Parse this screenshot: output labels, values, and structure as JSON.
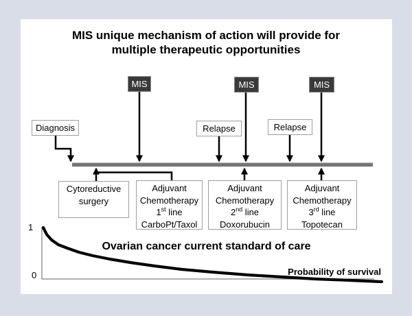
{
  "colors": {
    "outer_background": "#d8dde8",
    "panel_background": "#ffffff",
    "mis_box_fill": "#3a3a3a",
    "mis_box_text": "#ffffff",
    "timeline_bar": "#757575",
    "arrow": "#000000",
    "axis": "#808080",
    "curve": "#000000",
    "box_border": "#9e9e9e"
  },
  "title": {
    "line1": "MIS unique mechanism of action will provide for",
    "line2": "multiple therapeutic opportunities"
  },
  "timeline": {
    "diagnosis_label": "Diagnosis",
    "mis_markers": [
      {
        "label": "MIS"
      },
      {
        "label": "MIS"
      },
      {
        "label": "MIS"
      }
    ],
    "relapse_labels": [
      {
        "label": "Relapse"
      },
      {
        "label": "Relapse"
      }
    ]
  },
  "treatment_boxes": [
    {
      "line1": "Cytoreductive",
      "line2": "surgery"
    },
    {
      "line1": "Adjuvant",
      "line2": "Chemotherapy",
      "ordinal": "1",
      "ordinal_suffix": "st",
      "ordinal_rest": " line",
      "drug": "CarboPt/Taxol"
    },
    {
      "line1": "Adjuvant",
      "line2": "Chemotherapy",
      "ordinal": "2",
      "ordinal_suffix": "nd",
      "ordinal_rest": " line",
      "drug": "Doxorubucin"
    },
    {
      "line1": "Adjuvant",
      "line2": "Chemotherapy",
      "ordinal": "3",
      "ordinal_suffix": "rd",
      "ordinal_rest": " line",
      "drug": "Topotecan"
    }
  ],
  "survival_chart": {
    "caption": "Ovarian cancer current standard of care",
    "axis_label": "Probability of survival",
    "y_top_tick": "1",
    "y_bottom_tick": "0",
    "curve_points": [
      [
        63,
        332
      ],
      [
        68,
        342
      ],
      [
        75,
        350
      ],
      [
        85,
        357
      ],
      [
        98,
        362
      ],
      [
        115,
        368
      ],
      [
        135,
        373
      ],
      [
        160,
        378
      ],
      [
        190,
        383
      ],
      [
        225,
        388
      ],
      [
        265,
        393
      ],
      [
        310,
        397
      ],
      [
        360,
        401
      ],
      [
        410,
        404
      ],
      [
        460,
        407
      ],
      [
        510,
        409
      ],
      [
        556,
        411
      ]
    ]
  }
}
